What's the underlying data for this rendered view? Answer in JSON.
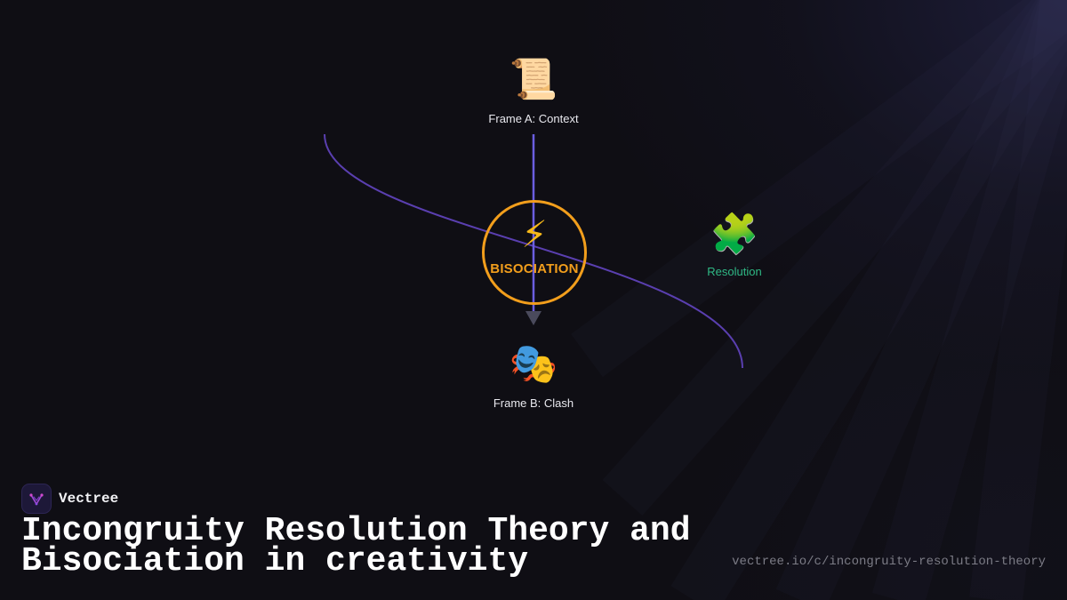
{
  "diagram": {
    "frame_a": {
      "icon": "📜",
      "icon_name": "scroll-icon",
      "label": "Frame A: Context"
    },
    "hub": {
      "icon": "⚡",
      "icon_name": "lightning-icon",
      "label": "BISOCIATION",
      "color": "#f29e1c"
    },
    "frame_b": {
      "icon": "🎭",
      "icon_name": "theater-masks-icon",
      "label": "Frame B: Clash"
    },
    "resolution": {
      "icon": "🧩",
      "icon_name": "puzzle-piece-icon",
      "label": "Resolution",
      "color": "#2fb985"
    },
    "colors": {
      "axis_line": "#6a5ee0",
      "curve": "#5a3fb0",
      "arrow": "#4a4a5c"
    }
  },
  "footer": {
    "brand_name": "Vectree",
    "title": "Incongruity Resolution Theory and Bisociation in creativity",
    "url": "vectree.io/c/incongruity-resolution-theory"
  }
}
